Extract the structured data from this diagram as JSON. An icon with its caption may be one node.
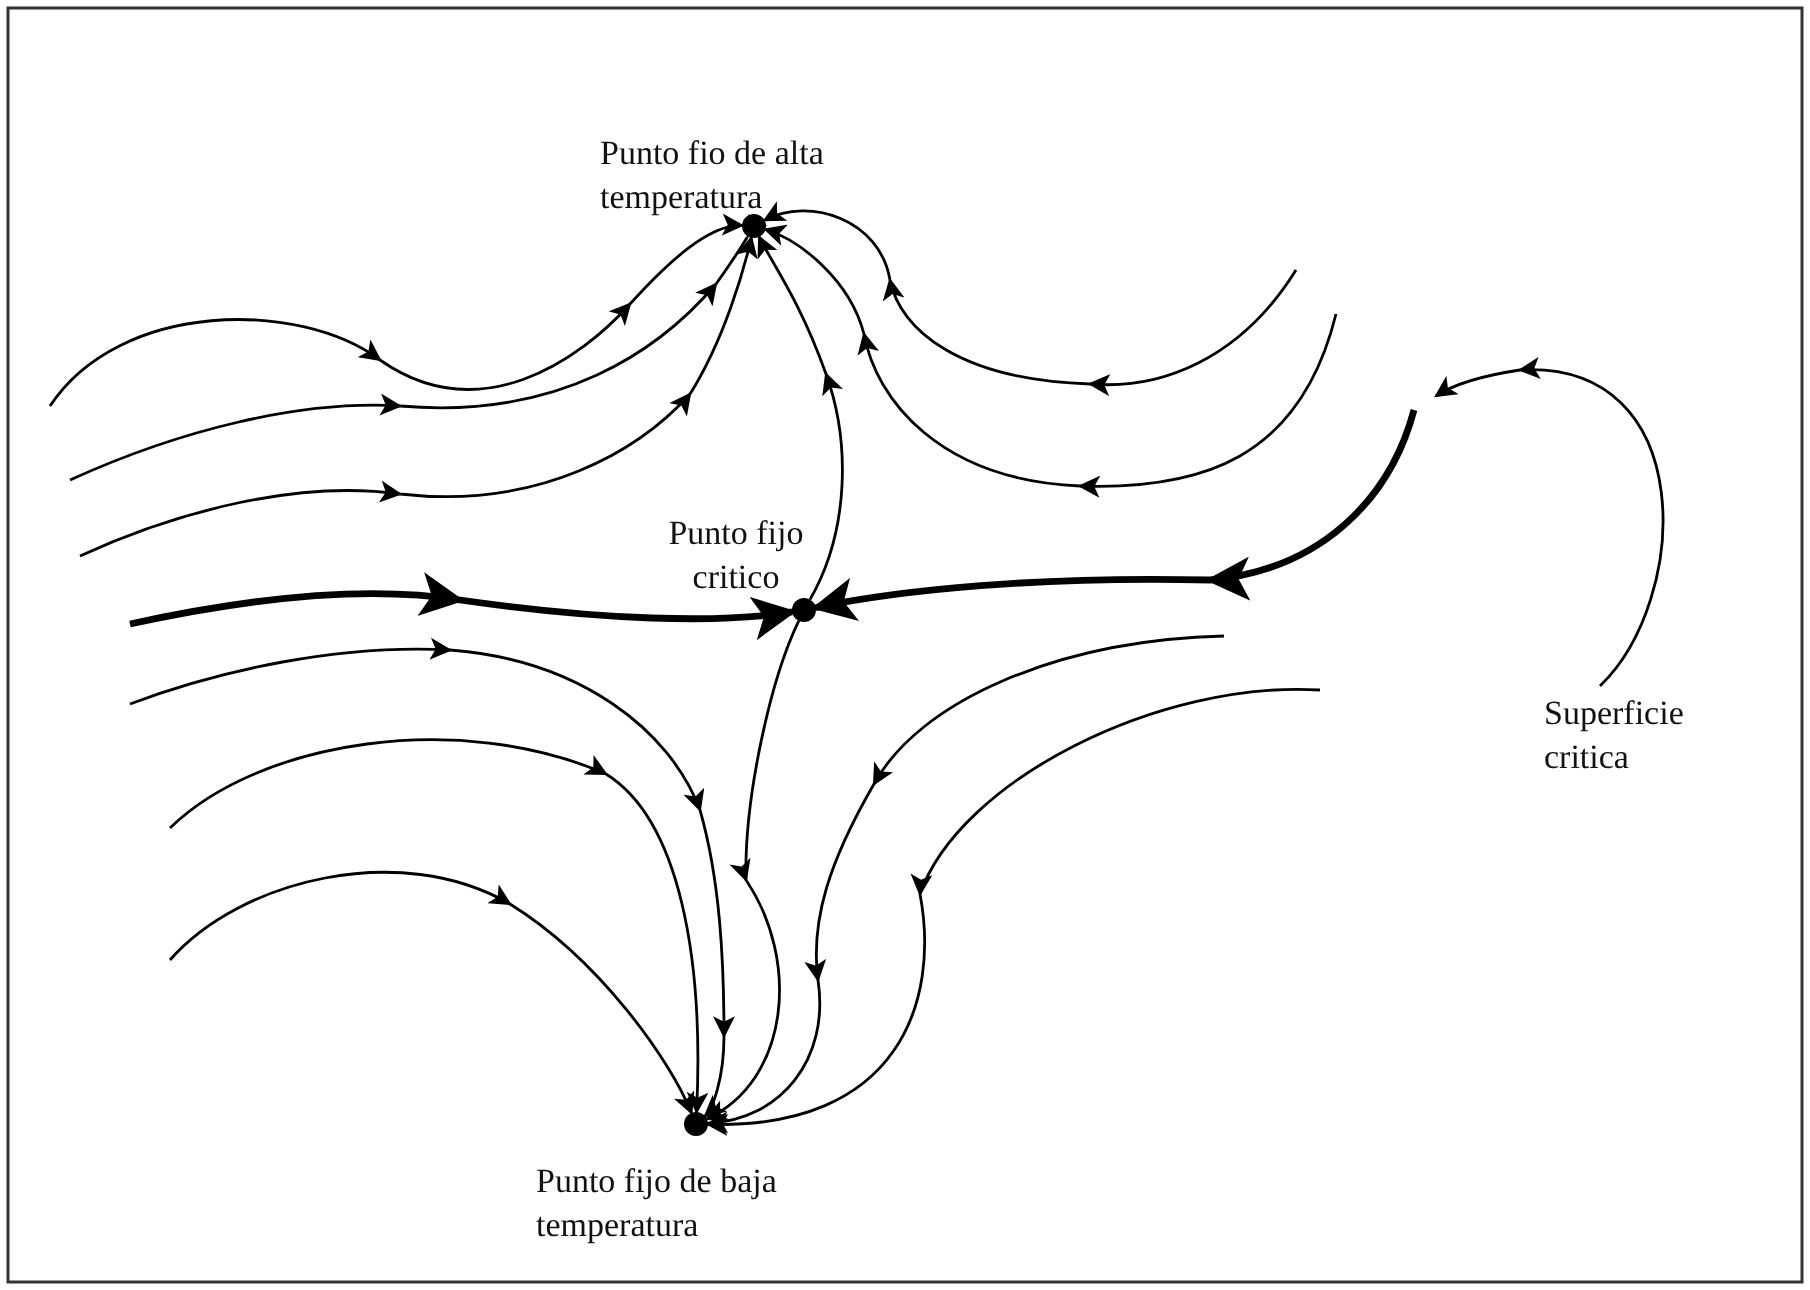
{
  "diagram": {
    "nodes": [
      {
        "text": [],
        "shape": "circle",
        "beside": [
          "Punto fio de alta temperatura"
        ]
      },
      {
        "text": [],
        "shape": "circle",
        "beside": [
          "Punto fijo critico"
        ]
      },
      {
        "text": [],
        "shape": "circle",
        "beside": [
          "Punto fijo de baja temperatura"
        ]
      },
      {
        "text": [
          "Superficie critica"
        ]
      }
    ],
    "edges": [
      {
        "from": null,
        "to": 0,
        "arrow": "to"
      },
      {
        "from": null,
        "to": 0,
        "arrow": "to"
      },
      {
        "from": null,
        "to": 0,
        "arrow": "to"
      },
      {
        "from": null,
        "to": 0,
        "arrow": "to"
      },
      {
        "from": null,
        "to": 0,
        "arrow": "to"
      },
      {
        "from": 1,
        "to": 0,
        "arrow": "to"
      },
      {
        "from": null,
        "to": 1,
        "arrow": "to",
        "style": "thick"
      },
      {
        "from": null,
        "to": 1,
        "arrow": "to",
        "style": "thick"
      },
      {
        "from": null,
        "to": 2,
        "arrow": "to"
      },
      {
        "from": null,
        "to": 2,
        "arrow": "to"
      },
      {
        "from": null,
        "to": 2,
        "arrow": "to"
      },
      {
        "from": 1,
        "to": 2,
        "arrow": "to"
      },
      {
        "from": null,
        "to": 2,
        "arrow": "to"
      },
      {
        "from": null,
        "to": 2,
        "arrow": "to"
      },
      {
        "from": 3,
        "to": null,
        "arrow": "to"
      }
    ]
  }
}
